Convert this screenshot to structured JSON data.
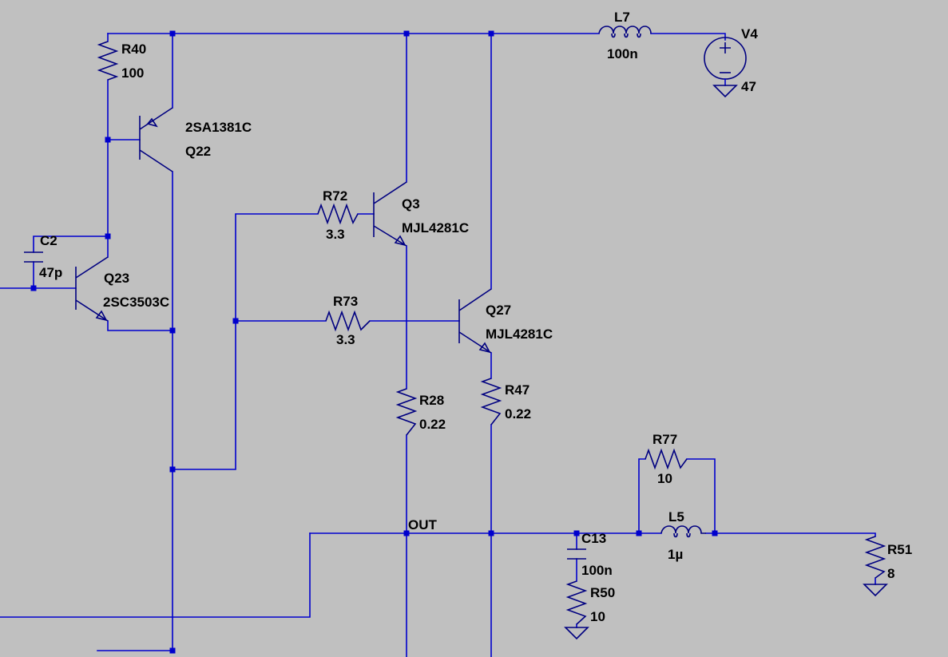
{
  "colors": {
    "background": "#c0c0c0",
    "wire": "#0000cd",
    "component": "#000080",
    "text": "#000000"
  },
  "components": {
    "r40": {
      "ref": "R40",
      "value": "100"
    },
    "q22": {
      "ref": "Q22",
      "value": "2SA1381C"
    },
    "c2": {
      "ref": "C2",
      "value": "47p"
    },
    "q23": {
      "ref": "Q23",
      "value": "2SC3503C"
    },
    "r72": {
      "ref": "R72",
      "value": "3.3"
    },
    "q3": {
      "ref": "Q3",
      "value": "MJL4281C"
    },
    "r73": {
      "ref": "R73",
      "value": "3.3"
    },
    "q27": {
      "ref": "Q27",
      "value": "MJL4281C"
    },
    "r28": {
      "ref": "R28",
      "value": "0.22"
    },
    "r47": {
      "ref": "R47",
      "value": "0.22"
    },
    "l7": {
      "ref": "L7",
      "value": "100n"
    },
    "v4": {
      "ref": "V4",
      "value": "47"
    },
    "r77": {
      "ref": "R77",
      "value": "10"
    },
    "l5": {
      "ref": "L5",
      "value": "1µ"
    },
    "c13": {
      "ref": "C13",
      "value": "100n"
    },
    "r50": {
      "ref": "R50",
      "value": "10"
    },
    "r51": {
      "ref": "R51",
      "value": "8"
    }
  },
  "nets": {
    "out": "OUT"
  }
}
